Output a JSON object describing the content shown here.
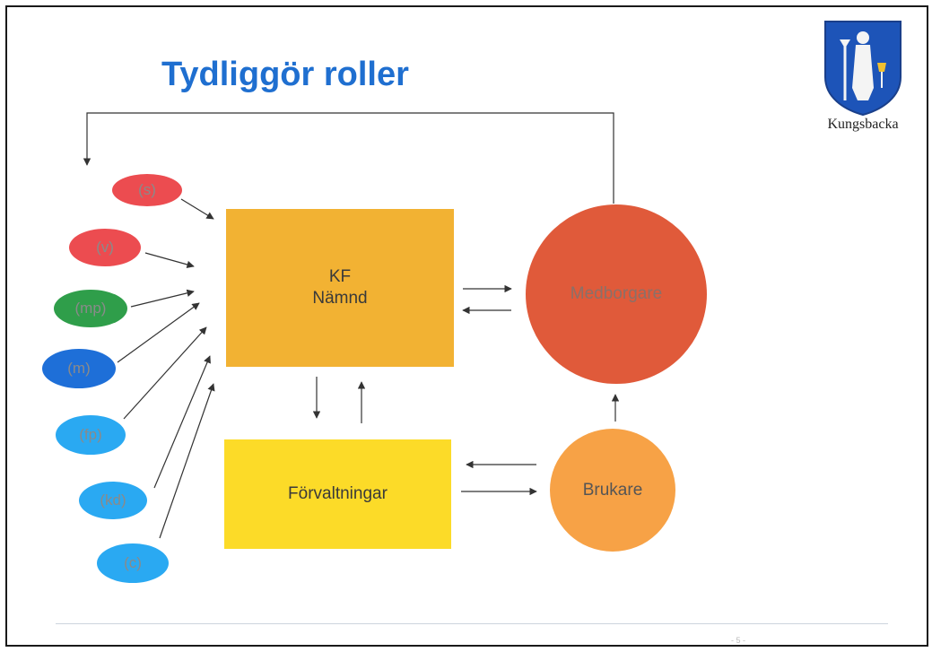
{
  "slide": {
    "title": "Tydliggör roller",
    "logo_text": "Kungsbacka",
    "footer_mark": "- 5 -"
  },
  "boxes": {
    "kf_line1": "KF",
    "kf_line2": "Nämnd",
    "forvaltningar": "Förvaltningar"
  },
  "circles": {
    "medborgare": "Medborgare",
    "brukare": "Brukare"
  },
  "parties": [
    {
      "label": "(s)",
      "color": "#ec4c50"
    },
    {
      "label": "(v)",
      "color": "#ec4c50"
    },
    {
      "label": "(mp)",
      "color": "#2f9e4a"
    },
    {
      "label": "(m)",
      "color": "#1e6fd8"
    },
    {
      "label": "(fp)",
      "color": "#2aa9f2"
    },
    {
      "label": "(kd)",
      "color": "#2aa9f2"
    },
    {
      "label": "(c)",
      "color": "#2aa9f2"
    }
  ],
  "colors": {
    "title": "#1f6fd0",
    "kf_box": "#f2b233",
    "forvaltningar_box": "#fcdb28",
    "medborgare": "#e05a3a",
    "brukare": "#f7a246"
  }
}
